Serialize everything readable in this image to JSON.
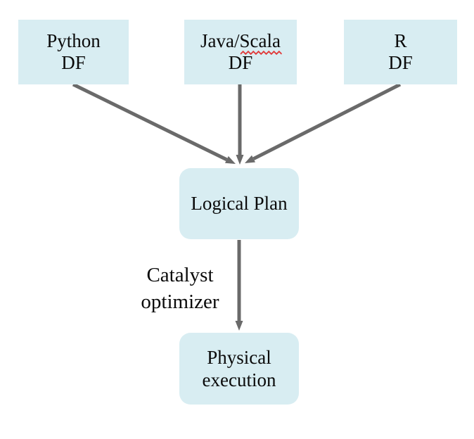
{
  "colors": {
    "background": "#ffffff",
    "box_fill": "#d8edf2",
    "arrow": "#6a6a6a",
    "text": "#0a0a0a",
    "misspell_underline": "#e03838"
  },
  "nodes": {
    "python_df": {
      "line1": "Python",
      "line2": "DF"
    },
    "java_scala_df": {
      "line1_prefix": "Java/",
      "line1_underlined": "Scala",
      "line2": "DF"
    },
    "r_df": {
      "line1": "R",
      "line2": "DF"
    },
    "logical_plan": {
      "label": "Logical Plan"
    },
    "physical_execution": {
      "line1": "Physical",
      "line2": "execution"
    }
  },
  "edge_label": {
    "line1": "Catalyst",
    "line2": "optimizer"
  },
  "edges": [
    {
      "from": "Python DF",
      "to": "Logical Plan"
    },
    {
      "from": "Java/Scala DF",
      "to": "Logical Plan"
    },
    {
      "from": "R DF",
      "to": "Logical Plan"
    },
    {
      "from": "Logical Plan",
      "to": "Physical execution",
      "label": "Catalyst optimizer"
    }
  ]
}
